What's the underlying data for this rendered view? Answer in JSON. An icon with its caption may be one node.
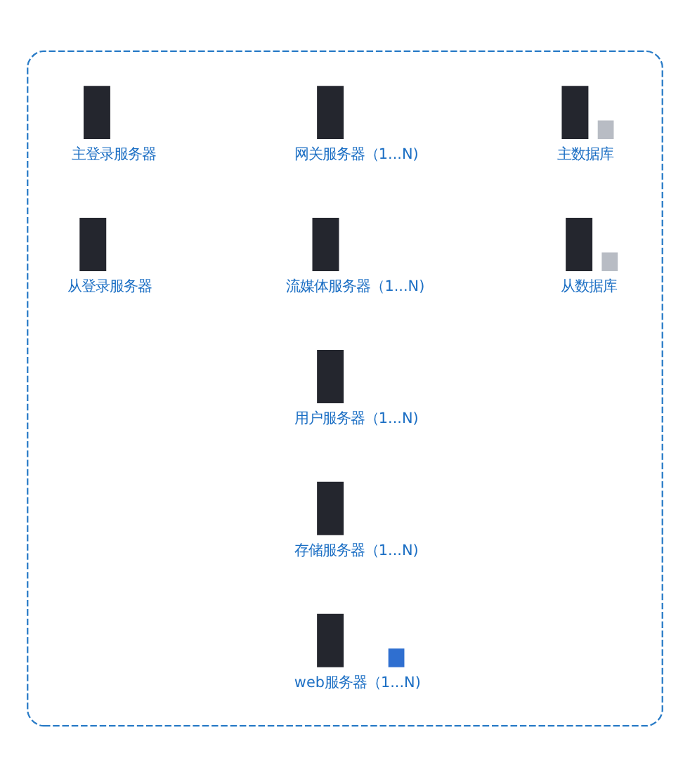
{
  "diagram": {
    "nodes": [
      {
        "text": [],
        "shape": "box"
      },
      {
        "text": [
          "主登录服务器"
        ],
        "in": 0
      },
      {
        "text": [
          "网关服务器（1...N)"
        ],
        "in": 0
      },
      {
        "text": [
          "主数据库"
        ],
        "in": 0
      },
      {
        "text": [
          "从登录服务器"
        ],
        "in": 0
      },
      {
        "text": [
          "流媒体服务器（1...N)"
        ],
        "in": 0
      },
      {
        "text": [
          "从数据库"
        ],
        "in": 0
      },
      {
        "text": [
          "用户服务器（1...N)"
        ],
        "in": 0
      },
      {
        "text": [
          "存储服务器（1...N)"
        ],
        "in": 0
      },
      {
        "text": [
          "web服务器（1...N)"
        ],
        "in": 0
      }
    ]
  }
}
